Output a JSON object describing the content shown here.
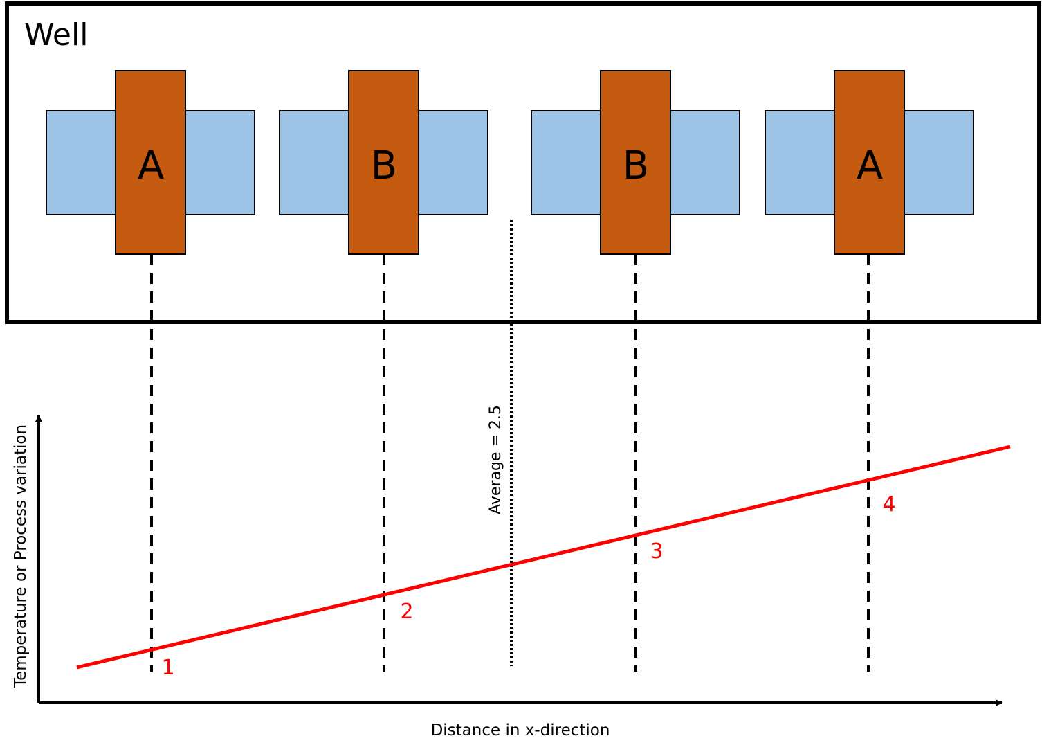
{
  "well": {
    "title": "Well"
  },
  "devices": [
    {
      "label": "A"
    },
    {
      "label": "B"
    },
    {
      "label": "B"
    },
    {
      "label": "A"
    }
  ],
  "plot": {
    "y_axis_label": "Temperature or Process  variation",
    "x_axis_label": "Distance in x-direction",
    "average_label": "Average = 2.5",
    "points": [
      "1",
      "2",
      "3",
      "4"
    ]
  },
  "colors": {
    "diffusion": "#9dc3e6",
    "gate": "#c55a11",
    "gradient_line": "#ff0000",
    "point_labels": "#ff0000",
    "outline": "#000000"
  }
}
